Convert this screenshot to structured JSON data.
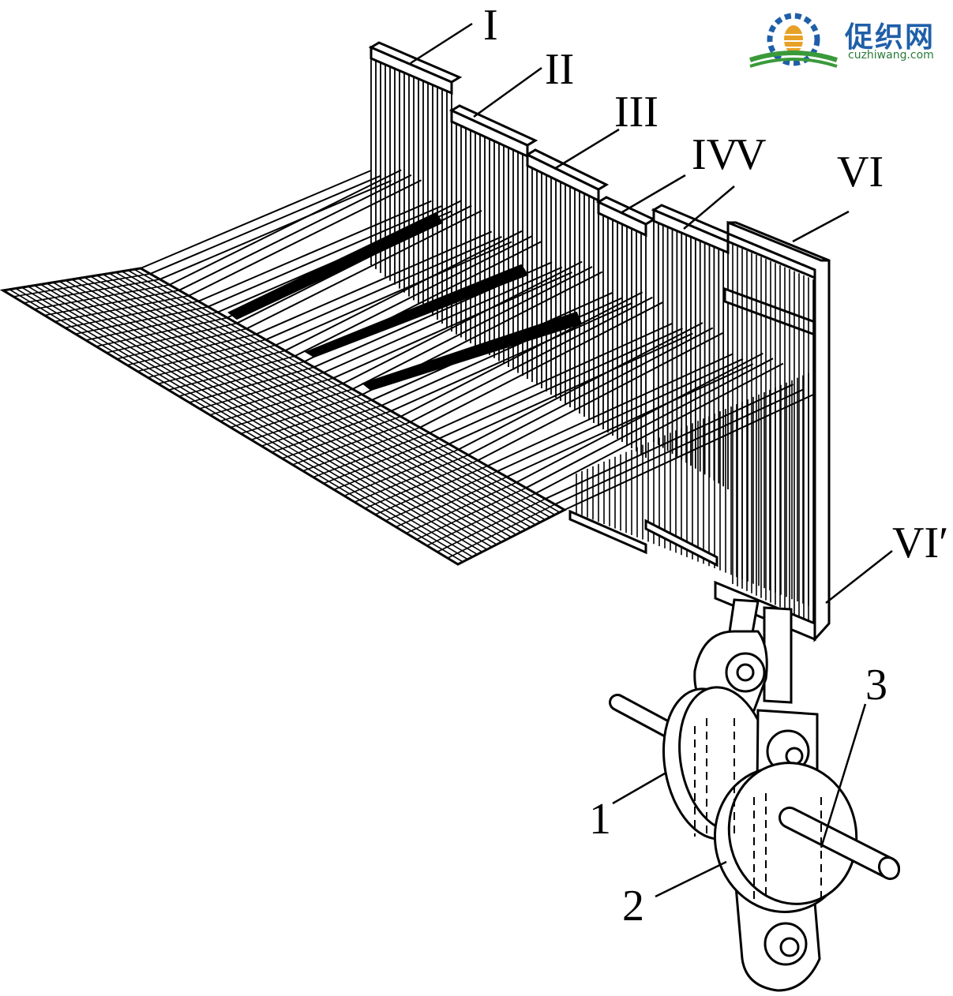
{
  "logo": {
    "name": "促织网",
    "url": "cuzhiwang.com",
    "colors": {
      "blue": "#1f5fa8",
      "gold": "#e7a126",
      "green": "#3a9a3a"
    }
  },
  "labels": {
    "heald_1": "I",
    "heald_2": "II",
    "heald_3": "III",
    "heald_4": "IV",
    "heald_5": "V",
    "heald_6": "VI",
    "heald_6_prime": "VI′",
    "part_1": "1",
    "part_2": "2",
    "part_3": "3"
  },
  "colors": {
    "ink": "#000000",
    "paper": "#ffffff"
  }
}
